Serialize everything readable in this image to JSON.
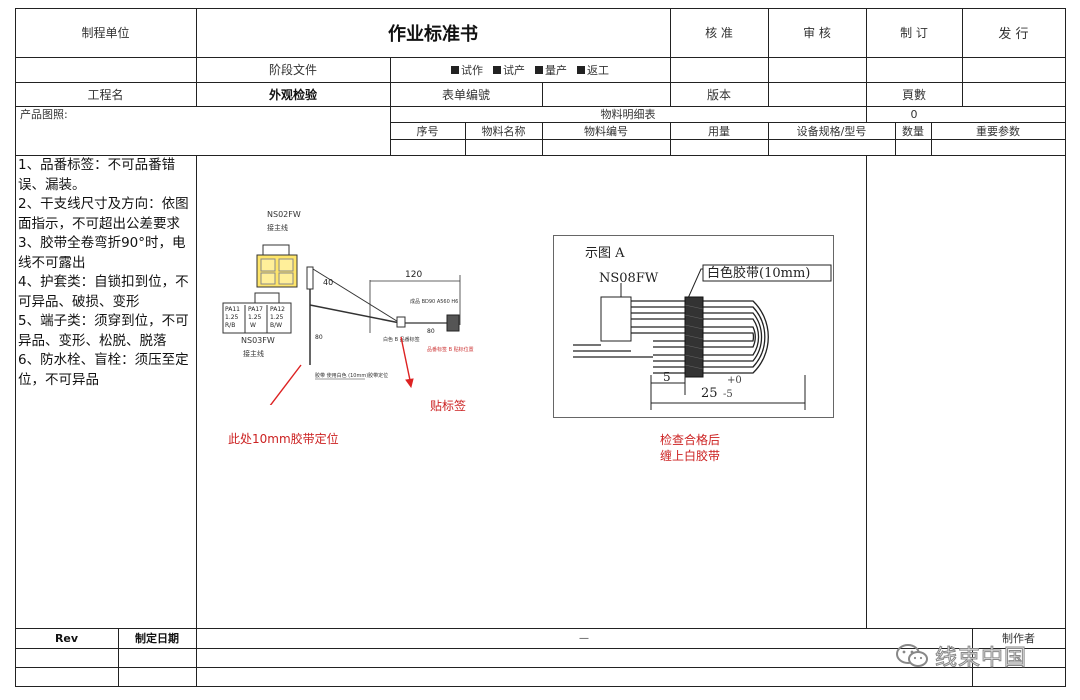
{
  "header": {
    "process_unit": "制程单位",
    "title": "作业标准书",
    "approve": "核 准",
    "review": "审 核",
    "revise": "制 订",
    "issue": "发 行"
  },
  "row2": {
    "stage_doc": "阶段文件",
    "stages": [
      "试作",
      "试产",
      "量产",
      "返工"
    ]
  },
  "row3": {
    "project_name": "工程名",
    "project_value": "外观检验",
    "form_no": "表单编號",
    "version": "版本",
    "pages": "頁數"
  },
  "materials": {
    "product_image_label": "产品图照:",
    "title": "物料明细表",
    "count": "0",
    "columns": [
      "序号",
      "物料名称",
      "物料编号",
      "用量",
      "设备规格/型号",
      "数量",
      "重要参数"
    ]
  },
  "instructions": [
    "1、品番标签：不可品番错误、漏装。",
    "2、干支线尺寸及方向：依图面指示，不可超出公差要求",
    "3、胶带全卷弯折90°时，电线不可露出",
    "4、护套类：自锁扣到位，不可异品、破损、变形",
    "5、端子类：须穿到位，不可异品、变形、松脱、脱落",
    "6、防水栓、盲栓：须压至定位，不可异品"
  ],
  "figure_left": {
    "conn_top": "NS02FW",
    "conn_top_sub": "接主线",
    "conn_bottom": "NS03FW",
    "conn_bottom_sub": "接主线",
    "pins": [
      "PA11\n1.25\nR/B",
      "PA17\n1.25\nW",
      "PA12\n1.25\nB/W"
    ],
    "dim_120": "120",
    "dim_40": "40",
    "dim_80": "80",
    "dim_80b": "80",
    "label_note": "白色 B\n品番标签",
    "tape_note": "胶带 使用白色\n(10mm)胶带定位",
    "small_note1": "成品 BD90\nA560 H6",
    "small_note2": "品番标签 B\n贴标位置",
    "arrow_note": "此处10mm胶带定位",
    "sticker_note": "贴标签"
  },
  "figure_right": {
    "title": "示图 A",
    "part": "NS08FW",
    "tape": "白色胶带(10mm)",
    "dim_5": "5",
    "dim_25": "25",
    "tol_plus": "+0",
    "tol_minus": "-5",
    "check_note1": "检查合格后",
    "check_note2": "缠上白胶带"
  },
  "footer": {
    "rev": "Rev",
    "date": "制定日期",
    "dash": "—",
    "maker": "制作者",
    "watermark": "线束中国"
  }
}
